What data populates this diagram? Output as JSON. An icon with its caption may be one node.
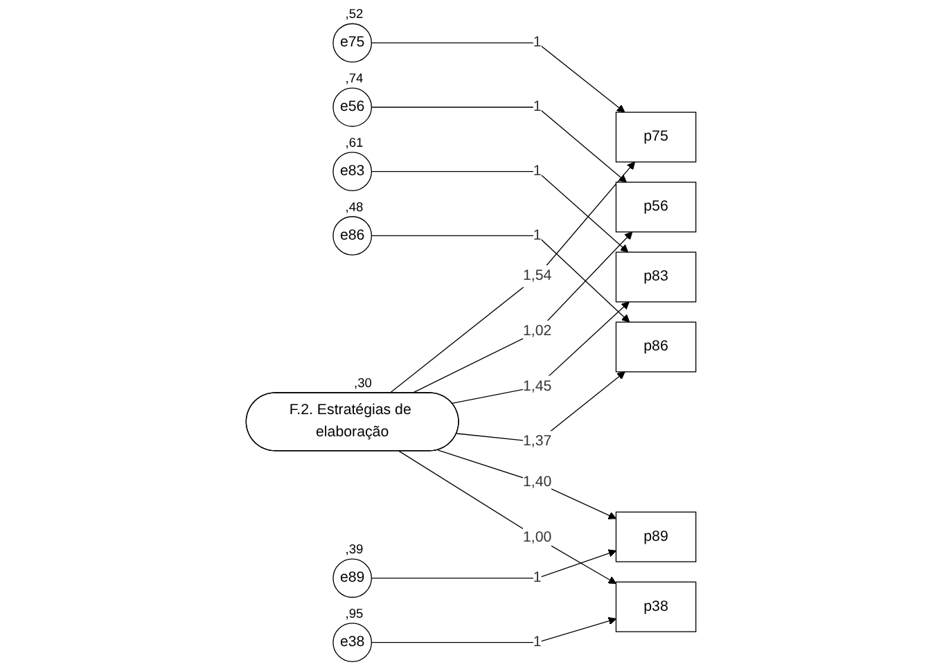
{
  "diagram": {
    "nodes": [
      {
        "text": [
          "e75"
        ],
        "beside": [
          ",52"
        ]
      },
      {
        "text": [
          "p75"
        ]
      },
      {
        "text": [
          "e56"
        ],
        "beside": [
          ",74"
        ]
      },
      {
        "text": [
          "p56"
        ]
      },
      {
        "text": [
          "e83"
        ],
        "beside": [
          ",61"
        ]
      },
      {
        "text": [
          "p83"
        ]
      },
      {
        "text": [
          "e86"
        ],
        "beside": [
          ",48"
        ]
      },
      {
        "text": [
          "p86"
        ]
      },
      {
        "text": [
          "e89"
        ],
        "beside": [
          ",39"
        ]
      },
      {
        "text": [
          "p89"
        ]
      },
      {
        "text": [
          "e38"
        ],
        "beside": [
          ",95"
        ]
      },
      {
        "text": [
          "p38"
        ]
      },
      {
        "text": [
          "F.2. Estratégias de elaboração"
        ],
        "beside": [
          ",30"
        ]
      }
    ],
    "edges": [
      {
        "from": 0,
        "to": 1,
        "arrow": "to",
        "label": "1"
      },
      {
        "from": 12,
        "to": 1,
        "arrow": "to",
        "label": "1,54"
      },
      {
        "from": 2,
        "to": 3,
        "arrow": "to",
        "label": "1"
      },
      {
        "from": 12,
        "to": 3,
        "arrow": "to",
        "label": "1,02"
      },
      {
        "from": 4,
        "to": 5,
        "arrow": "to",
        "label": "1"
      },
      {
        "from": 12,
        "to": 5,
        "arrow": "to",
        "label": "1,45"
      },
      {
        "from": 6,
        "to": 7,
        "arrow": "to",
        "label": "1"
      },
      {
        "from": 12,
        "to": 7,
        "arrow": "to",
        "label": "1,37"
      },
      {
        "from": 8,
        "to": 9,
        "arrow": "to",
        "label": "1"
      },
      {
        "from": 12,
        "to": 9,
        "arrow": "to",
        "label": "1,40"
      },
      {
        "from": 10,
        "to": 11,
        "arrow": "to",
        "label": "1"
      },
      {
        "from": 12,
        "to": 11,
        "arrow": "to",
        "label": "1,00"
      }
    ]
  }
}
